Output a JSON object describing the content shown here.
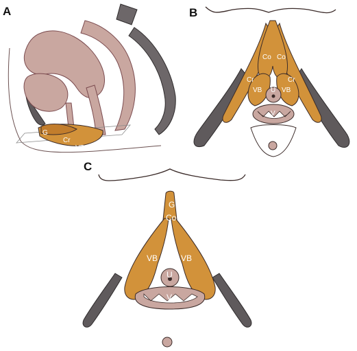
{
  "panels": {
    "a": {
      "letter": "A",
      "labels": {
        "g": "G",
        "cr": "Cr",
        "vb": "VB"
      }
    },
    "b": {
      "letter": "B",
      "labels": {
        "co_left": "Co",
        "co_right": "Co",
        "cr_left": "Cr",
        "cr_right": "Cr",
        "vb_left": "VB",
        "vb_right": "VB",
        "u": "U",
        "v": "V"
      }
    },
    "c": {
      "letter": "C",
      "labels": {
        "g": "G",
        "co": "Co",
        "vb_left": "VB",
        "vb_right": "VB",
        "u": "U",
        "v": "V"
      }
    }
  },
  "colors": {
    "erectile_tissue": "#d2923a",
    "bone": "#5f5a5c",
    "organ": "#c9a7a0",
    "outline": "#3a2a28"
  }
}
